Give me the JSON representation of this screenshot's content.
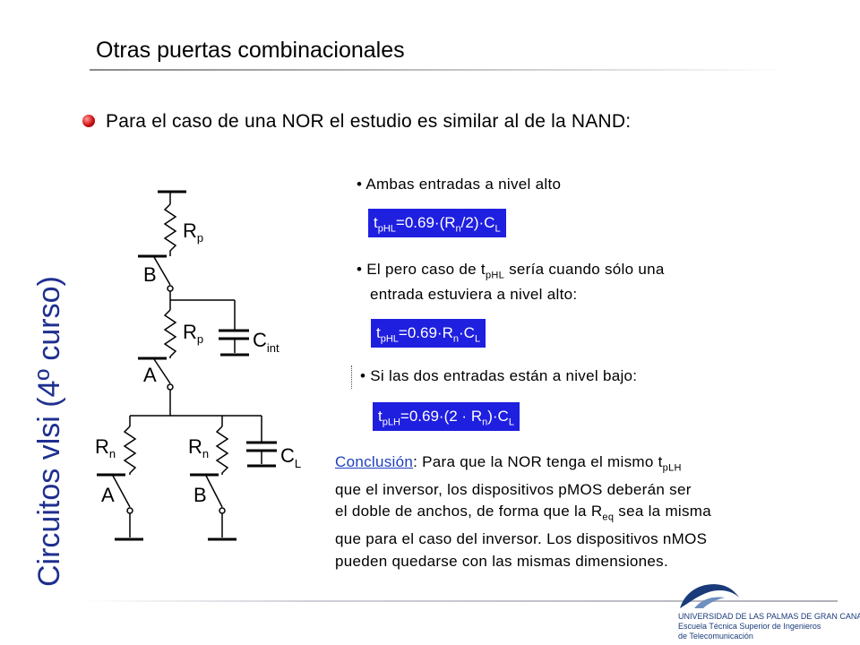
{
  "side_title": "Circuitos vlsi (4º curso)",
  "slide_title": "Otras puertas combinacionales",
  "intro": "Para el caso de una NOR el estudio es similar al de la NAND:",
  "case1": {
    "text": "• Ambas entradas a nivel alto"
  },
  "formula1": {
    "t": "t",
    "sub": "pHL",
    "expr_a": "=0.69·(R",
    "n": "n",
    "expr_b": "/2)·C",
    "l": "L"
  },
  "case2": {
    "line1_a": "• El pero caso de t",
    "line1_sub": "pHL",
    "line1_b": " sería cuando sólo una",
    "line2": "entrada estuviera a nivel alto:"
  },
  "formula2": {
    "t": "t",
    "sub": "pHL",
    "expr_a": "=0.69·R",
    "n": "n",
    "expr_b": "·C",
    "l": "L"
  },
  "case3": {
    "text": "• Si las dos entradas están a nivel bajo:"
  },
  "formula3": {
    "t": "t",
    "sub": "pLH",
    "expr_a": "=0.69·(2 · R",
    "n": "n",
    "expr_b": ")·C",
    "l": "L"
  },
  "conclusion": {
    "link": "Conclusión",
    "l1_a": ": Para que la NOR tenga el mismo t",
    "l1_sub": "pLH",
    "l2": "que el inversor, los dispositivos pMOS deberán ser",
    "l3_a": "el doble de anchos, de forma que la R",
    "l3_sub": "eq",
    "l3_b": " sea la misma",
    "l4": "que para el caso del inversor. Los dispositivos nMOS",
    "l5": "pueden quedarse con las mismas dimensiones."
  },
  "circuit": {
    "rp": "R",
    "rp_sub": "p",
    "rn": "R",
    "rn_sub": "n",
    "cint": "C",
    "cint_sub": "int",
    "cl": "C",
    "cl_sub": "L",
    "in_a": "A",
    "in_b": "B"
  },
  "logo": {
    "line1": "UNIVERSIDAD DE LAS PALMAS DE GRAN CANARIA",
    "line2": "Escuela Técnica Superior de Ingenieros",
    "line3": "de Telecomunicación"
  },
  "colors": {
    "accent_blue": "#1f2f8f",
    "formula_box": "#1f1fe0",
    "bullet_red": "#d01010"
  }
}
